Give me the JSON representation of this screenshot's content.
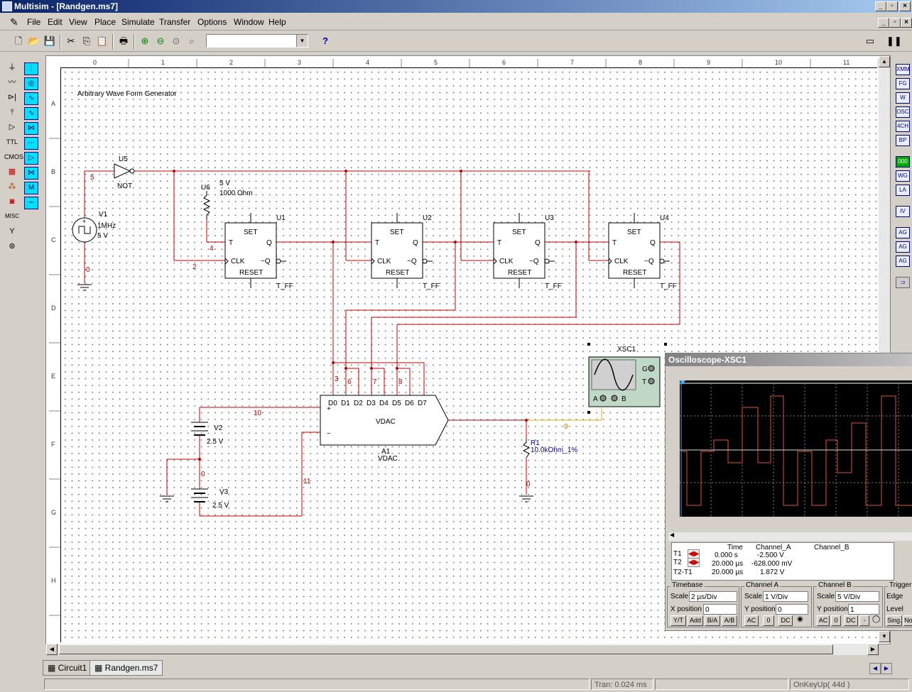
{
  "window": {
    "title": "Multisim - [Randgen.ms7]"
  },
  "menu": [
    "File",
    "Edit",
    "View",
    "Place",
    "Simulate",
    "Transfer",
    "Options",
    "Window",
    "Help"
  ],
  "toolbar": {
    "zoom_combo": ""
  },
  "schematic": {
    "title_note": "Arbitrary Wave Form Generator",
    "ruler_cols": [
      "0",
      "1",
      "2",
      "3",
      "4",
      "5",
      "6",
      "7",
      "8",
      "9",
      "10",
      "11"
    ],
    "ruler_rows": [
      "A",
      "B",
      "C",
      "D",
      "E",
      "F",
      "G",
      "H"
    ],
    "u5": {
      "ref": "U5",
      "type": "NOT"
    },
    "u6": {
      "ref": "U6",
      "val1": "5 V",
      "val2": "1000 Ohm"
    },
    "v1": {
      "ref": "V1",
      "f": "1MHz",
      "v": "5 V"
    },
    "ffs": [
      {
        "ref": "U1"
      },
      {
        "ref": "U2"
      },
      {
        "ref": "U3"
      },
      {
        "ref": "U4"
      }
    ],
    "ff_labels": {
      "set": "SET",
      "reset": "RESET",
      "t": "T",
      "clk": "CLK",
      "q": "Q",
      "nq": "~Q",
      "type": "T_FF"
    },
    "vdac": {
      "ref": "A1",
      "type": "VDAC",
      "label": "VDAC",
      "pins": [
        "D0",
        "D1",
        "D2",
        "D3",
        "D4",
        "D5",
        "D6",
        "D7"
      ],
      "plus": "+",
      "minus": "−"
    },
    "v2": {
      "ref": "V2",
      "v": "2.5 V"
    },
    "v3": {
      "ref": "V3",
      "v": "2.5 V"
    },
    "r1": {
      "ref": "R1",
      "val": "10.0kOhm_1%"
    },
    "xsc": {
      "ref": "XSC1",
      "g": "G",
      "t": "T",
      "a": "A",
      "b": "B"
    },
    "nets": {
      "n5": "5",
      "n0a": "0",
      "n4": "4",
      "n2": "2",
      "n3": "3",
      "n6": "6",
      "n7": "7",
      "n8": "8",
      "n10": "10",
      "n0b": "0",
      "n11": "11",
      "n9": "9",
      "n0c": "0"
    }
  },
  "oscilloscope": {
    "title": "Oscilloscope-XSC1",
    "readout": {
      "headers": [
        "Time",
        "Channel_A",
        "Channel_B"
      ],
      "rows": [
        {
          "label": "T1",
          "time": "0.000 s",
          "cha": "-2.500 V",
          "chb": ""
        },
        {
          "label": "T2",
          "time": "20.000 µs",
          "cha": "-628.000 mV",
          "chb": ""
        },
        {
          "label": "T2-T1",
          "time": "20.000 µs",
          "cha": "1.872 V",
          "chb": ""
        }
      ]
    },
    "timebase": {
      "title": "Timebase",
      "scale_label": "Scale",
      "scale": "2 µs/Div",
      "xpos_label": "X position",
      "xpos": "0",
      "buttons": [
        "Y/T",
        "Add",
        "B/A",
        "A/B"
      ]
    },
    "channel_a": {
      "title": "Channel A",
      "scale_label": "Scale",
      "scale": "1  V/Div",
      "ypos_label": "Y position",
      "ypos": "0",
      "buttons": [
        "AC",
        "0",
        "DC"
      ]
    },
    "channel_b": {
      "title": "Channel B",
      "scale_label": "Scale",
      "scale": "5  V/Div",
      "ypos_label": "Y position",
      "ypos": "1",
      "buttons": [
        "AC",
        "0",
        "DC",
        "-"
      ]
    },
    "trigger": {
      "title": "Trigger",
      "edge_label": "Edge",
      "level_label": "Level",
      "buttons": [
        "Sing.",
        "Nor."
      ]
    }
  },
  "tabs": [
    "Circuit1",
    "Randgen.ms7"
  ],
  "status": {
    "tran": "Tran: 0.024 ms",
    "key": "OnKeyUp( 44d )"
  }
}
